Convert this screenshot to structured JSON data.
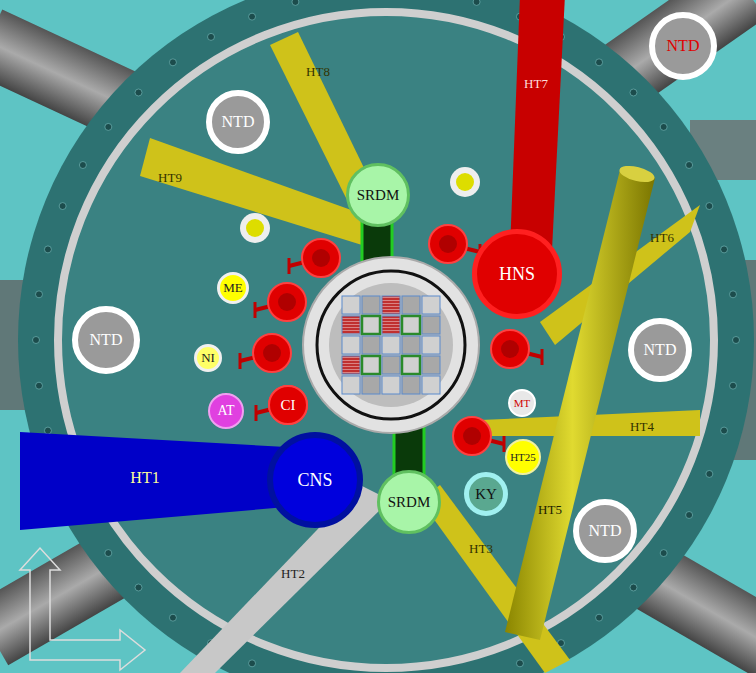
{
  "diagram": {
    "nodes": [
      {
        "text": [
          "NTD"
        ]
      },
      {
        "text": [
          "NTD"
        ]
      },
      {
        "text": [
          "SRDM"
        ]
      },
      {
        "text": [
          "HNS"
        ]
      },
      {
        "text": [
          "ME"
        ]
      },
      {
        "text": [
          "NI"
        ]
      },
      {
        "text": [
          "NTD"
        ]
      },
      {
        "text": [
          "NTD"
        ]
      },
      {
        "text": [
          "AT"
        ]
      },
      {
        "text": [
          "CI"
        ]
      },
      {
        "text": [
          "MT"
        ]
      },
      {
        "text": [
          "HT25"
        ]
      },
      {
        "text": [
          "CNS"
        ]
      },
      {
        "text": [
          "SRDM"
        ]
      },
      {
        "text": [
          "KY"
        ]
      },
      {
        "text": [
          "NTD"
        ]
      }
    ],
    "edges": [],
    "labels": [
      "HT8",
      "HT7",
      "HT9",
      "HT6",
      "HT4",
      "HT1",
      "HT5",
      "HT3",
      "HT2"
    ]
  }
}
